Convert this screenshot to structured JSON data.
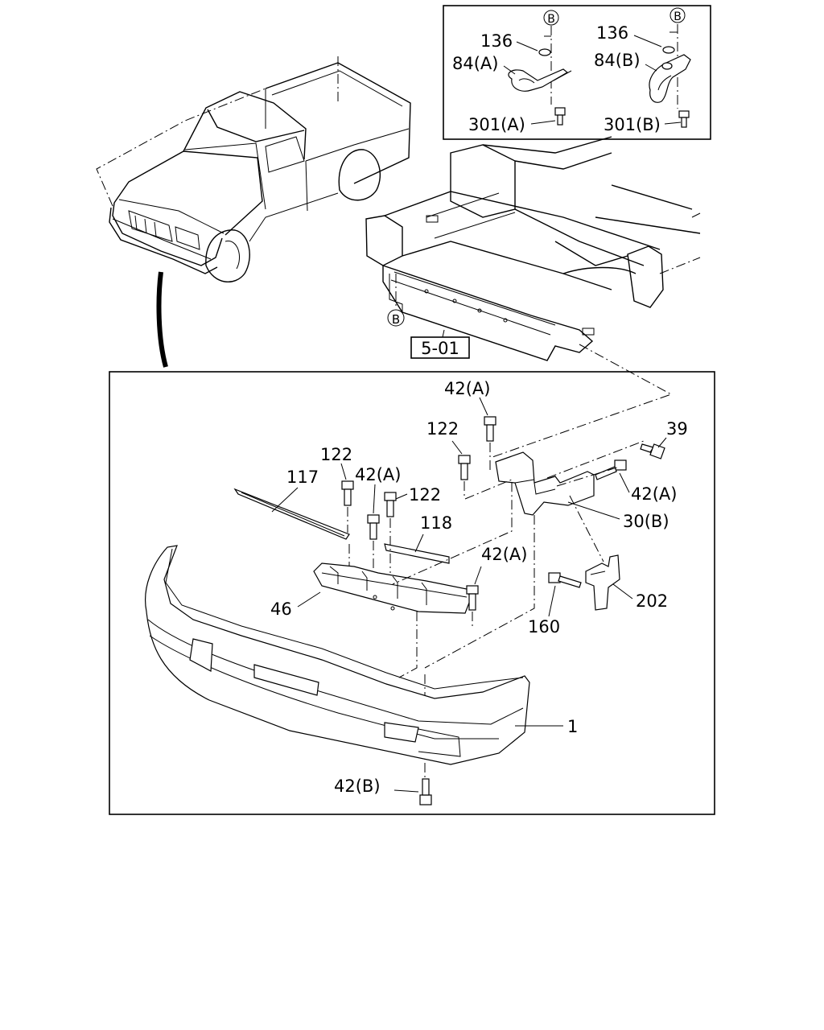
{
  "callouts": {
    "inset_b_left": "B",
    "inset_b_right": "B",
    "inset_136_a": "136",
    "inset_84_a": "84(A)",
    "inset_301_a": "301(A)",
    "inset_136_b": "136",
    "inset_84_b": "84(B)",
    "inset_301_b": "301(B)",
    "frame_b": "B",
    "ref_box": "5-01",
    "p42a_top": "42(A)",
    "p122_mid": "122",
    "p39": "39",
    "p42a_right": "42(A)",
    "p30b": "30(B)",
    "p122_left": "122",
    "p117": "117",
    "p42a_left": "42(A)",
    "p122_center": "122",
    "p118": "118",
    "p42a_lower": "42(A)",
    "p46": "46",
    "p202": "202",
    "p160": "160",
    "p1": "1",
    "p42b": "42(B)"
  }
}
